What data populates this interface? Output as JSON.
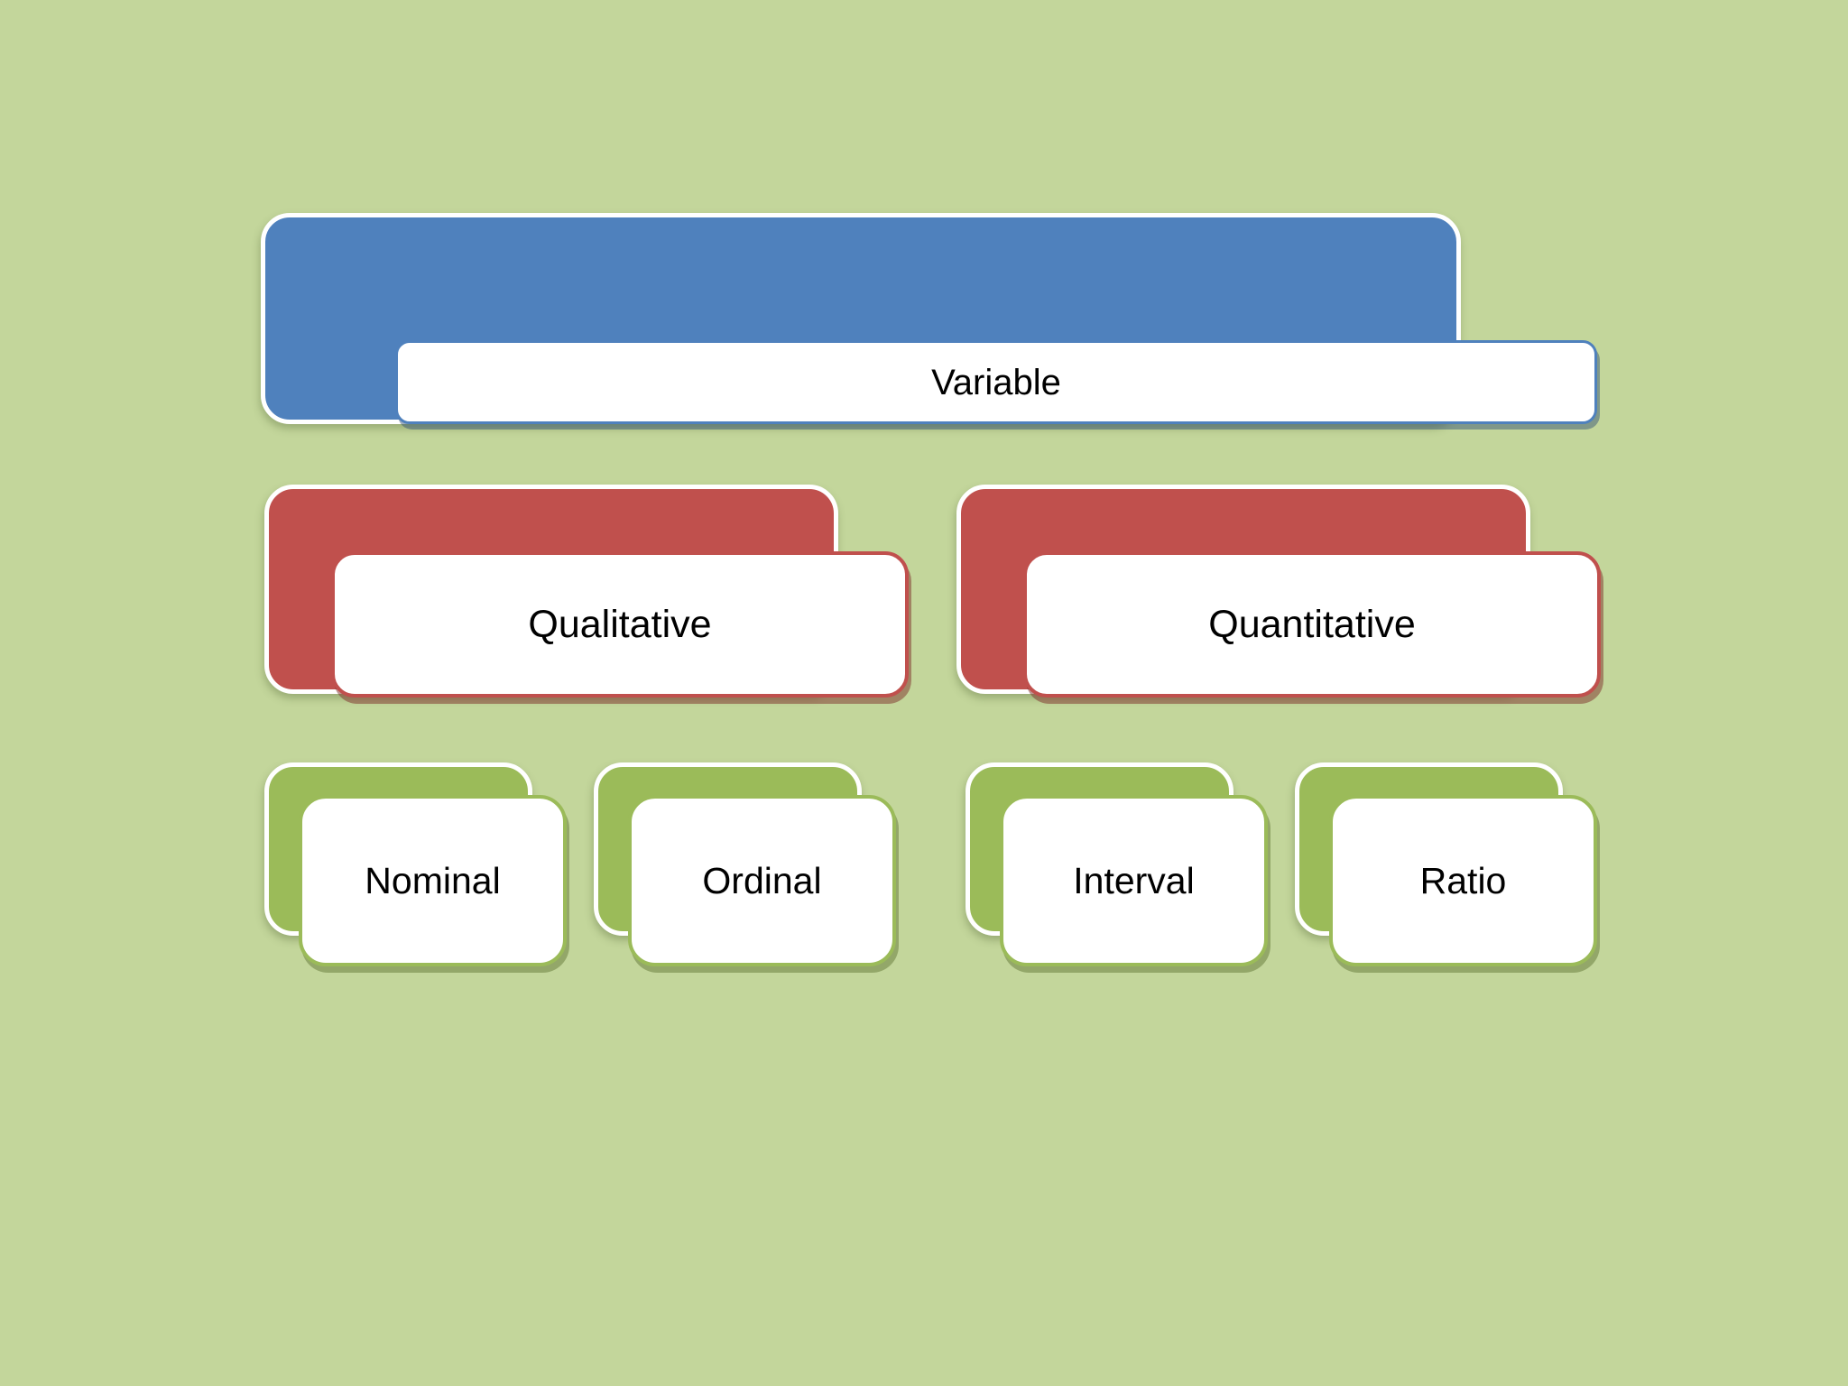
{
  "canvas": {
    "background_color": "#c3d69b",
    "label_background": "#ffffff",
    "label_text_color": "#000000"
  },
  "diagram": {
    "type": "hierarchy",
    "nodes": {
      "variable": {
        "label": "Variable",
        "level": 1,
        "accent_color": "#4f81bd"
      },
      "qualitative": {
        "label": "Qualitative",
        "level": 2,
        "accent_color": "#c0504d"
      },
      "quantitative": {
        "label": "Quantitative",
        "level": 2,
        "accent_color": "#c0504d"
      },
      "nominal": {
        "label": "Nominal",
        "level": 3,
        "accent_color": "#9bbb59"
      },
      "ordinal": {
        "label": "Ordinal",
        "level": 3,
        "accent_color": "#9bbb59"
      },
      "interval": {
        "label": "Interval",
        "level": 3,
        "accent_color": "#9bbb59"
      },
      "ratio": {
        "label": "Ratio",
        "level": 3,
        "accent_color": "#9bbb59"
      }
    },
    "relations": [
      {
        "parent": "Variable",
        "children": [
          "Qualitative",
          "Quantitative"
        ]
      },
      {
        "parent": "Qualitative",
        "children": [
          "Nominal",
          "Ordinal"
        ]
      },
      {
        "parent": "Quantitative",
        "children": [
          "Interval",
          "Ratio"
        ]
      }
    ]
  }
}
